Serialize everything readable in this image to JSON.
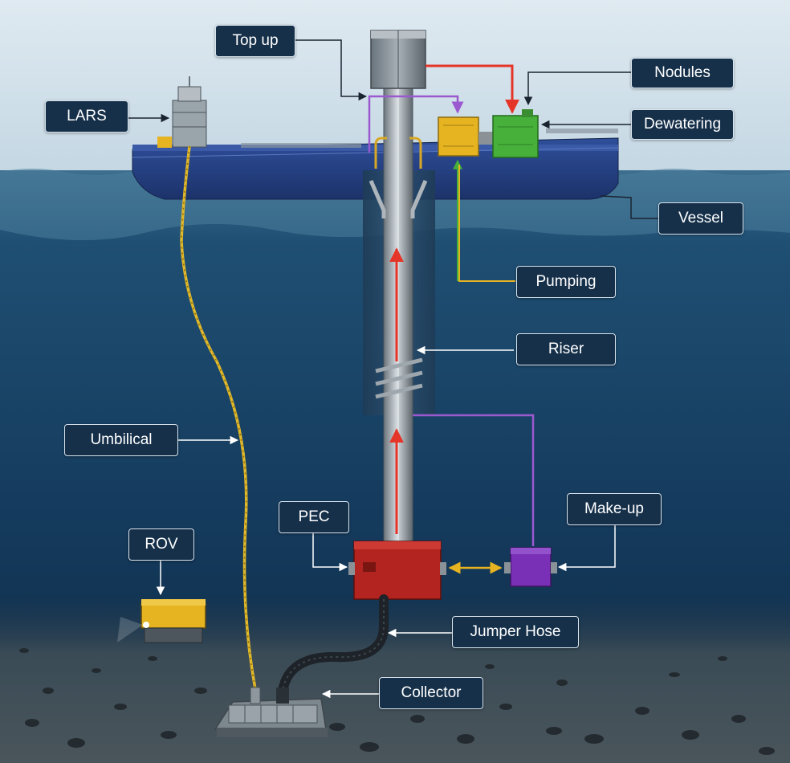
{
  "labels": {
    "top_up": "Top up",
    "lars": "LARS",
    "nodules": "Nodules",
    "dewatering": "Dewatering",
    "vessel": "Vessel",
    "pumping": "Pumping",
    "riser": "Riser",
    "umbilical": "Umbilical",
    "pec": "PEC",
    "make_up": "Make-up",
    "rov": "ROV",
    "jumper_hose": "Jumper Hose",
    "collector": "Collector"
  },
  "colors": {
    "sky_top": "#c9dbe6",
    "sea_surface": "#3f6f8e",
    "sea_deep": "#0f2a44",
    "seabed": "#3d4a52",
    "vessel_hull": "#27438a",
    "label_bg": "#16304a",
    "riser_pipe": "#8d979f",
    "pec_red": "#b3231f",
    "makeup_purple": "#7a2fb7",
    "pump_yellow": "#e6b321",
    "dewater_green": "#46b03a",
    "flow_red": "#e53528",
    "umbilical_yellow": "#e0b82a",
    "line_purple": "#9b59d0"
  },
  "icons": [
    "arrow-up-icon",
    "arrow-right-icon",
    "arrow-down-icon",
    "double-arrow-icon"
  ]
}
